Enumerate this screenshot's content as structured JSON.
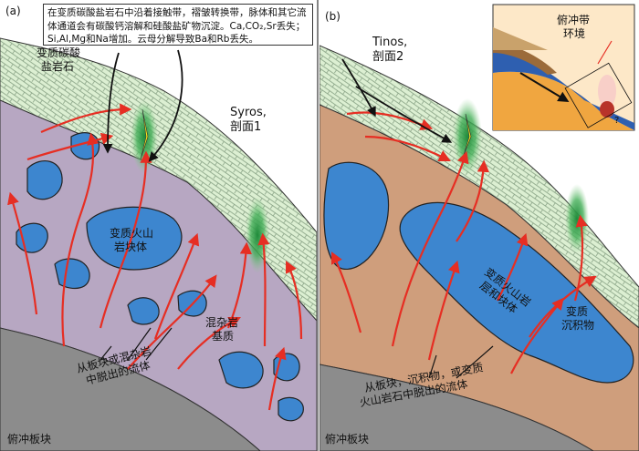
{
  "panels": {
    "a": {
      "letter": "(a)",
      "caption": [
        "在变质碳酸盐岩石中沿着接触带，褶皱转换带，脉体和其它流",
        "体通道会有碳酸钙溶解和硅酸盐矿物沉淀。Ca,CO₂,Sr丢失；",
        "Si,Al,Mg和Na增加。云母分解导致Ba和Rb丢失。"
      ],
      "carbonate_label": [
        "变质碳酸",
        "盐岩石"
      ],
      "profile_label": [
        "Syros,",
        "剖面1"
      ],
      "block_label": [
        "变质火山",
        "岩块体"
      ],
      "matrix_label": [
        "混杂岩",
        "基质"
      ],
      "fluid_label": [
        "从板块或混杂岩",
        "中脱出的流体"
      ],
      "slab_label": "俯冲板块"
    },
    "b": {
      "letter": "(b)",
      "profile_label": [
        "Tinos,",
        "剖面2"
      ],
      "inset_label": [
        "俯冲带",
        "环境"
      ],
      "volcanic_label": [
        "变质火山岩",
        "层和块体"
      ],
      "sediment_label": [
        "变质",
        "沉积物"
      ],
      "fluid_label": [
        "从板块，沉积物，或变质",
        "火山岩石中脱出的流体"
      ],
      "slab_label": "俯冲板块",
      "question_mark": "?"
    }
  },
  "colors": {
    "carbonate": "#dcefd2",
    "matrix_a": "#b7a7c2",
    "matrix_b": "#cf9e7c",
    "volcanic": "#3d86cf",
    "slab": "#8c8c8c",
    "fluid_arrow": "#e62e23",
    "vein_green": "#3aa64f",
    "vein_yellow": "#f2e41c"
  }
}
